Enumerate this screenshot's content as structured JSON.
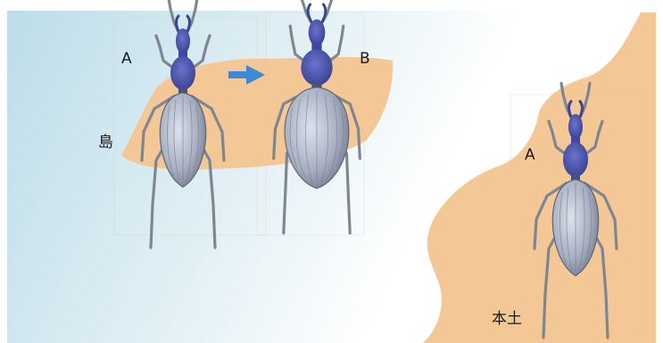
{
  "labels": {
    "beetle_a_island": "A",
    "beetle_b": "B",
    "beetle_a_mainland": "A",
    "island": "島",
    "mainland": "本土"
  },
  "colors": {
    "sea_left": "#bfdde8",
    "sea_right": "#ffffff",
    "land": "#f4c896",
    "arrow": "#3a8ad6",
    "beetle_body": "#a9b1c2",
    "beetle_thorax": "#4a54b0",
    "beetle_legs": "#8b919c"
  }
}
